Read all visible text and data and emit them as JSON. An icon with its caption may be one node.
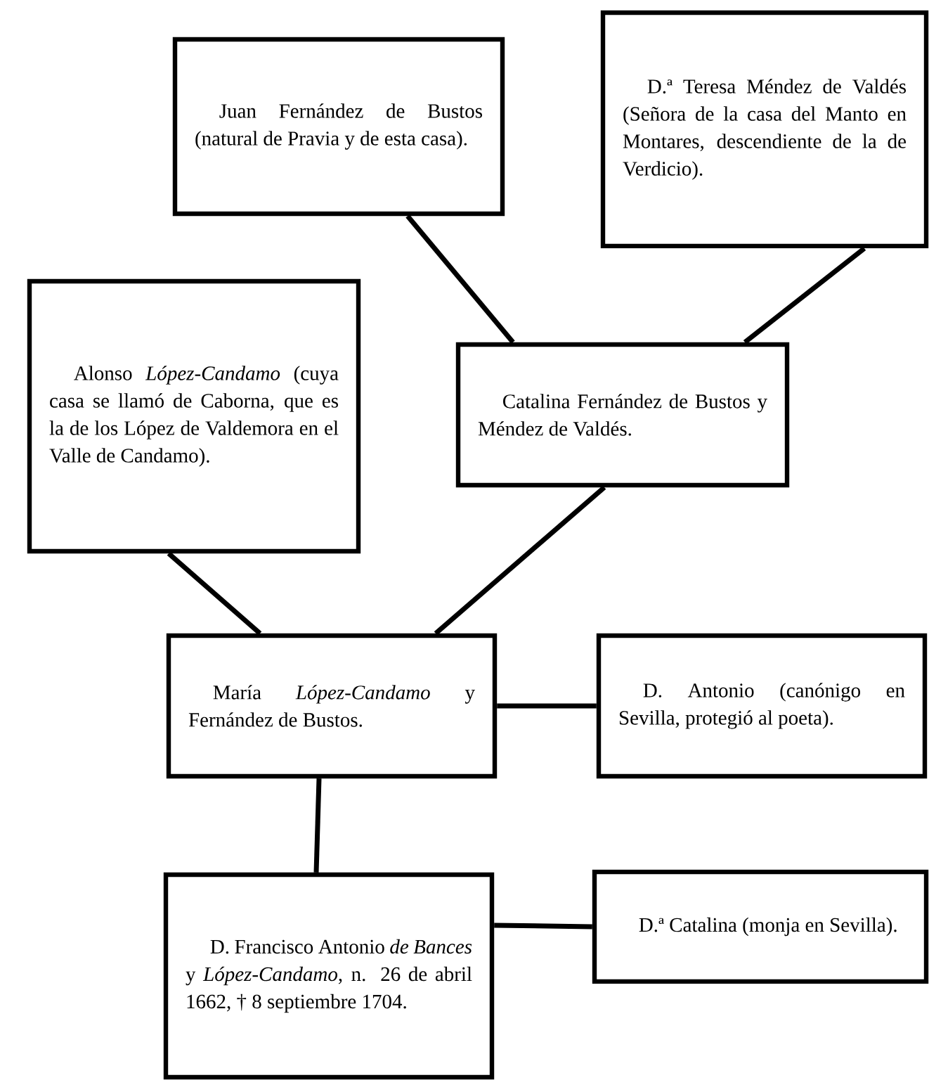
{
  "diagram": {
    "nodes": [
      {
        "text": [
          "Juan Fernández de Bustos (natural de Pravia y de esta casa)."
        ]
      },
      {
        "text": [
          "D.ª Teresa Méndez de Valdés (Señora de la casa del Manto en Montares, descendiente de la de Verdicio)."
        ]
      },
      {
        "text": [
          "Alonso *López-Candamo* (cuya casa se llamó de Caborna, que es la de los López de Valdemora en el Valle de Candamo)."
        ]
      },
      {
        "text": [
          "Catalina Fernández de Bustos y Méndez de Valdés."
        ]
      },
      {
        "text": [
          "María *López-Candamo* y Fernández de Bustos."
        ]
      },
      {
        "text": [
          "D. Antonio (canónigo en Sevilla, protegió al poeta)."
        ]
      },
      {
        "text": [
          "D. Francisco Antonio *de Bances* y *López-Candamo*, n. 26 de abril 1662, † 8 septiembre 1704."
        ]
      },
      {
        "text": [
          "D.ª Catalina (monja en Sevilla)."
        ]
      }
    ],
    "edges": [
      {
        "from": 0,
        "to": 3,
        "arrow": "none"
      },
      {
        "from": 1,
        "to": 3,
        "arrow": "none"
      },
      {
        "from": 2,
        "to": 4,
        "arrow": "none"
      },
      {
        "from": 3,
        "to": 4,
        "arrow": "none"
      },
      {
        "from": 4,
        "to": 5,
        "arrow": "none"
      },
      {
        "from": 4,
        "to": 6,
        "arrow": "none"
      },
      {
        "from": 6,
        "to": 7,
        "arrow": "none"
      }
    ]
  }
}
